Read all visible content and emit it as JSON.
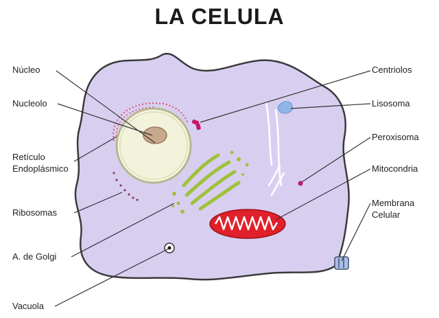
{
  "title": "LA CELULA",
  "labels": {
    "nucleo": "Núcleo",
    "nucleolo": "Nucleolo",
    "reticulo_1": "Retículo",
    "reticulo_2": "Endoplásmico",
    "ribosomas": "Ribosomas",
    "golgi": "A. de Golgi",
    "vacuola": "Vacuola",
    "centriolos": "Centriolos",
    "lisosoma": "Lisosoma",
    "peroxisoma": "Peroxisoma",
    "mitocondria": "Mitocondria",
    "membrana_1": "Membrana",
    "membrana_2": "Celular"
  },
  "colors": {
    "cytoplasm": "#d8cff0",
    "membrane": "#3a3a3a",
    "nucleus": "#f3f3dc",
    "nucleolus": "#c9a98c",
    "golgi": "#9fc13d",
    "mitochondria": "#e0202a",
    "centrioles": "#c2186b",
    "lysosome": "#8fb6e6",
    "reticulum": "#e0506a"
  }
}
